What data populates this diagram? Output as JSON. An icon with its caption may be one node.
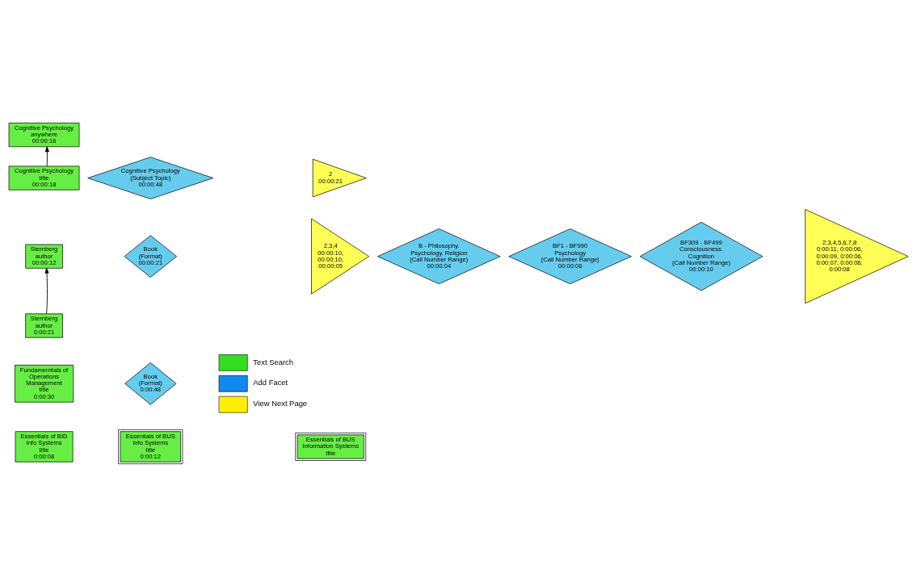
{
  "diagram": {
    "nodes": [
      {
        "text": [
          "Cognitive Psychology",
          "anywhere",
          "00:00:16"
        ]
      },
      {
        "text": [
          "Cognitive Psychology",
          "title",
          "00:00:18"
        ]
      },
      {
        "text": [
          "Cognitive Psychology",
          "(Subject Topic)",
          "00:00:48"
        ]
      },
      {
        "text": [
          "2",
          "00:00:21"
        ]
      },
      {
        "text": [
          "Sternberg",
          "author",
          "00:00:12"
        ]
      },
      {
        "text": [
          "Book",
          "(Format)",
          "00:00:21"
        ]
      },
      {
        "text": [
          "2,3,4",
          "00:00:10, 00:00:10, 00:00:05"
        ]
      },
      {
        "text": [
          "B - Philosophy. Psychology. Religion",
          "(Call Number Range)",
          "00:00:04"
        ]
      },
      {
        "text": [
          "BF1 - BF990 Psychology",
          "(Call Number Range)",
          "00:00:06"
        ]
      },
      {
        "text": [
          "BF309 - BF499 Consciousness. Cognition",
          "(Call Number Range)",
          "00:00:10"
        ]
      },
      {
        "text": [
          "2,3,4,5,6,7,8",
          "0:00:11, 0:00:06, 0:00:09, 0:00:06, 0:00:07, 0:00:06, 0:00:08"
        ]
      },
      {
        "text": [
          "Sternberg",
          "author",
          "0:00:21"
        ]
      },
      {
        "text": [
          "Fundamerntals of Operations Management",
          "title",
          "0:00:30"
        ]
      },
      {
        "text": [
          "Book",
          "(Format)",
          "0:00:48"
        ]
      },
      {
        "text": [
          "Essentials of BID Info Systems",
          "title",
          "0:00:08"
        ]
      },
      {
        "text": [
          "Essentials of BUS Info Systems",
          "title",
          "0:00:12"
        ]
      },
      {
        "text": [
          "Essentials of BUS Information Systems",
          "title"
        ]
      }
    ],
    "edges": [
      {
        "from": 1,
        "to": 0,
        "arrow": "to"
      },
      {
        "from": 11,
        "to": 4,
        "arrow": "to"
      }
    ],
    "legend": [
      {
        "text": "Text Search",
        "color": "#33dd22"
      },
      {
        "text": "Add Facet",
        "color": "#1188ee"
      },
      {
        "text": "View Next Page",
        "color": "#ffee00"
      }
    ]
  }
}
